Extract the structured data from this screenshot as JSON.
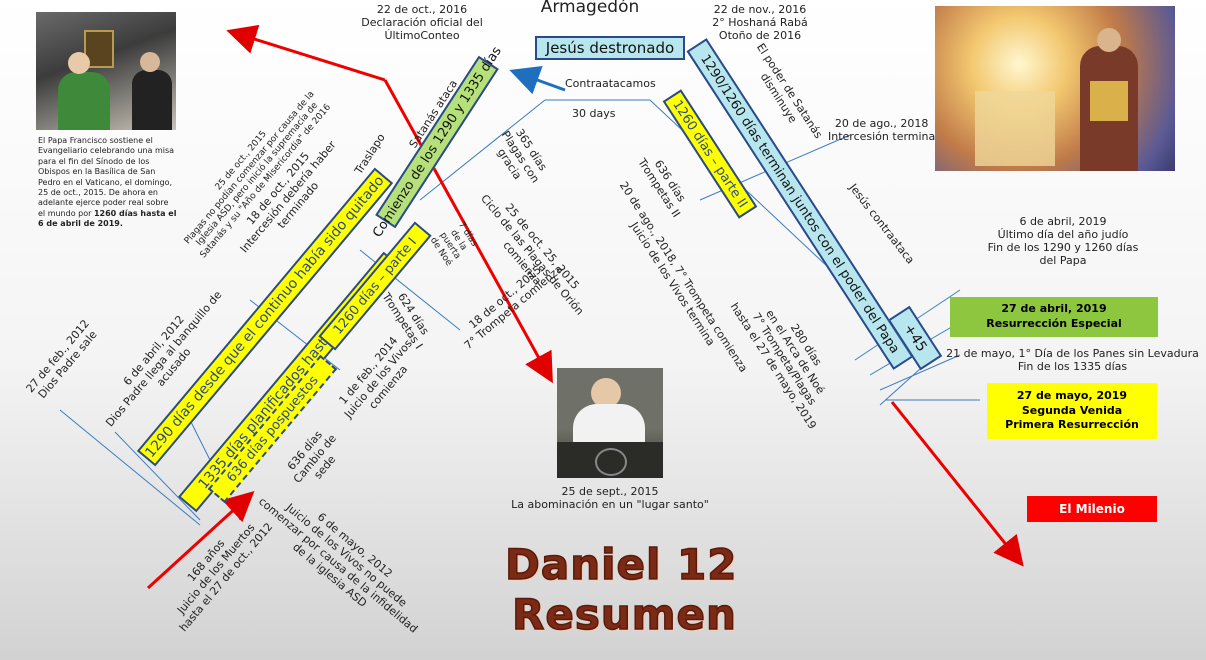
{
  "title_top": "Armagedón",
  "summary": {
    "line1": "Daniel 12",
    "line2": "Resumen"
  },
  "dates_top": {
    "left": "22 de oct., 2016\nDeclaración oficial del\nÚltimoConteo",
    "right": "22 de nov., 2016\n2° Hoshaná Rabá\nOtoño de 2016"
  },
  "bands": {
    "top": "Jesús destronado",
    "diag_left": "Comienzo de los 1290 y 1335 días",
    "diag_right": "1290/1260 días terminan juntos con el poder del Papa",
    "plus45": "+45",
    "b1290": "1290 días desde que el continuo había sido quitado",
    "b1335": "1335 días planificados hasta las Plagas",
    "b1260a": "1260 días – parte I",
    "b1260b": "1260 días – parte II",
    "b636": "636 días pospuestos"
  },
  "labels": {
    "contra": "Contraatacamos",
    "thirty": "30 days",
    "traslapo": "Traslapo",
    "satanas_ataca": "Satanás ataca",
    "poder_satanas": "El poder de Satanás\ndisminuye",
    "ago2018": "20 de ago., 2018\nIntercesión termina",
    "jesus_contra": "Jesús contraataca",
    "abril2019": "6 de abril, 2019\nÚltimo día del año judío\nFin de los 1290 y 1260 días\ndel Papa",
    "mayo21": "21 de mayo, 1° Día de los Panes sin Levadura\nFin de los 1335 días",
    "plagas_gracia": "365 días\nPlagas con\ngracia",
    "trompetas2": "636 días\nTrompetas II",
    "arca": "7 días\nde la\npuerta\nde Noé",
    "orion": "25 de oct. 25, 2015\nCiclo de las Plagas de Orión\ncomienza",
    "trompeta7b": "20 de ago., 2018, 7° Trompeta comienza\nJuicio de los Vivos termina",
    "dias280": "280 días\nen el Arca de Noé\n7° Trompeta/Plagas\nhasta el 27 de mayo, 2019",
    "trompetas1": "624 días\nTrompetas I",
    "oct18": "18 de oct., 2015\n7° Trompeta comienza",
    "plagas_oct": "25 de oct., 2015\nPlagas no podían comenzar por causa de la\nIglesia ASD, pero inició la supremacía de\nSatanás y su \"Año de Misericordia\" de 2016",
    "intercesion": "18 de oct., 2015\nIntercesión debería haber\nterminado",
    "feb2012": "27 de feb., 2012\nDios Padre sale",
    "abril2012": "6 de abril, 2012\nDios Padre llega al banquillo de\nacusado",
    "feb2014": "1 de feb., 2014\nJuicio de los Vivos\ncomienza",
    "cambio": "636 días\nCambio de\nsede",
    "muertos": "168 años\nJuicio de los Muertos\nhasta el 27 de oct., 2012",
    "mayo2012": "6 de mayo, 2012\nJuicio de los Vivos no puede\ncomenzar por causa de la infidelidad\nde la iglesia ASD",
    "abominacion": "25 de sept., 2015\nLa abominación en un \"lugar santo\""
  },
  "caption_pope": {
    "text": "El Papa Francisco sostiene el Evangeliario celebrando una misa para el fin del Sínodo de los Obispos en la Basílica de San Pedro en el Vaticano, el domingo, 25 de oct., 2015. De ahora en adelante ejerce poder real sobre el mundo por",
    "bold": "1260 días hasta el 6 de abril de 2019."
  },
  "boxes": {
    "resurreccion": "27 de abril, 2019\nResurrección Especial",
    "venida": "27 de mayo, 2019\nSegunda Venida\nPrimera Resurrección",
    "milenio": "El Milenio"
  },
  "colors": {
    "yellow": "#ffff00",
    "green": "#8dc63f",
    "red": "#ff0000",
    "band_blue": "#b7e6ee",
    "line_blue": "#2f6fad",
    "title_brown": "#7b2a16"
  }
}
